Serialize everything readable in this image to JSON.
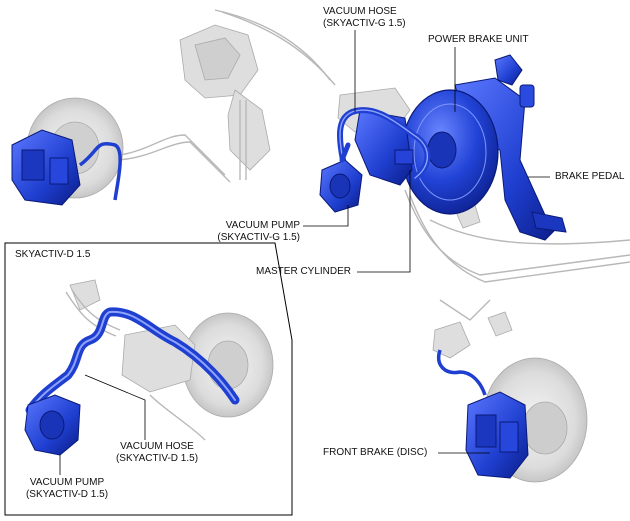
{
  "labels": {
    "vacuum_hose_g": [
      "VACUUM HOSE",
      "(SKYACTIV-G 1.5)"
    ],
    "power_brake_unit": "POWER BRAKE UNIT",
    "brake_pedal": "BRAKE PEDAL",
    "vacuum_pump_g": [
      "VACUUM PUMP",
      "(SKYACTIV-G 1.5)"
    ],
    "master_cylinder": "MASTER CYLINDER",
    "front_brake": "FRONT BRAKE (DISC)",
    "inset_title": "SKYACTIV-D 1.5",
    "vacuum_hose_d": [
      "VACUUM HOSE",
      "(SKYACTIV-D 1.5)"
    ],
    "vacuum_pump_d": [
      "VACUUM PUMP",
      "(SKYACTIV-D 1.5)"
    ]
  },
  "colors": {
    "highlight": "#1f3fd0",
    "highlight_dark": "#0c1f8a",
    "ghost": "#d4d4d4",
    "ghost_line": "#a9a9a9",
    "leader": "#000000"
  }
}
